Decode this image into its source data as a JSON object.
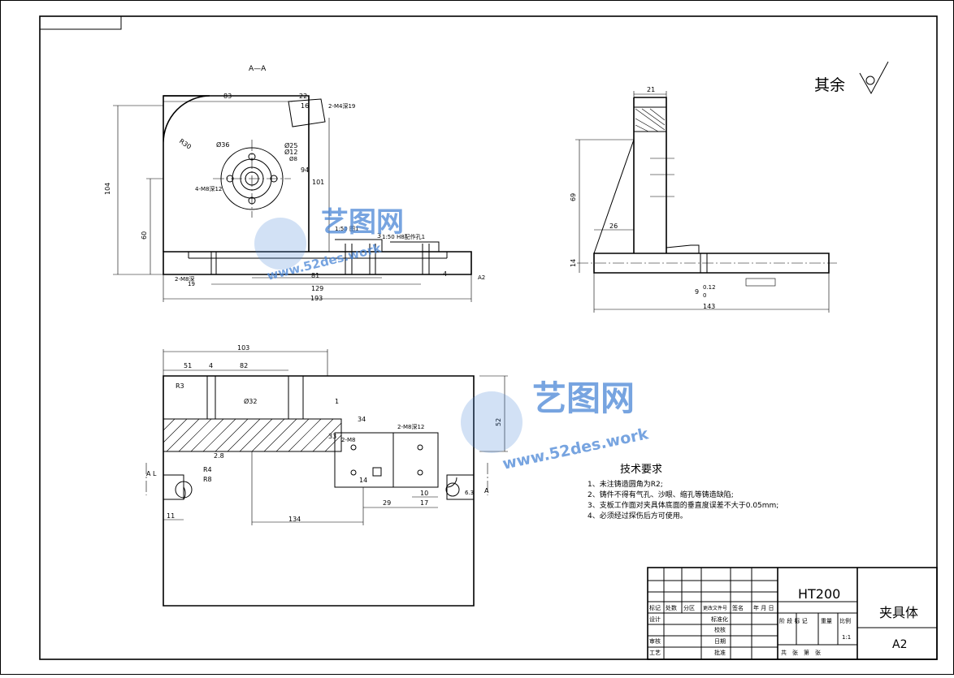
{
  "section_label": "A—A",
  "surface_note": "其余",
  "dims_top": {
    "d83": "83",
    "d22": "22",
    "d16": "16",
    "thread_top": "2-M4深19",
    "r30": "R30",
    "dia36": "Ø36",
    "dia25": "Ø25",
    "dia12": "Ø12",
    "dia8": "Ø8",
    "bolts": "4-M8深12",
    "d94": "94",
    "d101": "101",
    "d104": "104",
    "d60": "60",
    "fit1": "1:50 图1",
    "fit2": "1:50 H8配作孔1",
    "d3": "3",
    "thread_bot": "2-M8深",
    "d19": "19",
    "d81": "81",
    "d129": "129",
    "d193": "193",
    "d4": "4",
    "datum_a2": "A2"
  },
  "dims_side": {
    "d21": "21",
    "d69": "69",
    "d26": "26",
    "d14": "14",
    "d143": "143",
    "d9": "9",
    "tol": "0.12",
    "d0": "0"
  },
  "dims_plan": {
    "d103": "103",
    "d51": "51",
    "d4": "4",
    "d82": "82",
    "r3": "R3",
    "dia32": "Ø32",
    "d1": "1",
    "d34": "34",
    "thread1": "2-M8",
    "thread2": "2-M8深12",
    "d33": "33",
    "d52": "52",
    "d28": "2.8",
    "r4": "R4",
    "r8": "R8",
    "a_left": "A L",
    "a_right": "A",
    "d11": "11",
    "d14": "14",
    "d10": "10",
    "d17": "17",
    "d29": "29",
    "d134": "134",
    "d63": "6.3"
  },
  "tech": {
    "title": "技术要求",
    "items": [
      "1、未注铸造圆角为R2;",
      "2、铸件不得有气孔、沙眼、缩孔等铸造缺陷;",
      "3、支板工作面对夹具体底面的垂直度误差不大于0.05mm;",
      "4、必须经过探伤后方可使用。"
    ]
  },
  "title_block": {
    "material": "HT200",
    "part_name": "夹具体",
    "sheet_size": "A2",
    "row_labels": [
      "标记",
      "处数",
      "分区",
      "更改文件号",
      "签名",
      "年 月 日"
    ],
    "design": "设计",
    "standardize": "标准化",
    "review": "审核",
    "process": "工艺",
    "approve": "批准",
    "stage": "阶 段 标 记",
    "weight": "重量",
    "scale": "比例",
    "scale_val": "1:1",
    "sheets": "共　张　第　张",
    "extra1": "校核",
    "extra2": "日期"
  },
  "watermark": {
    "cn": "艺图网",
    "url": "www.52des.work",
    "color": "#4a86d6"
  }
}
